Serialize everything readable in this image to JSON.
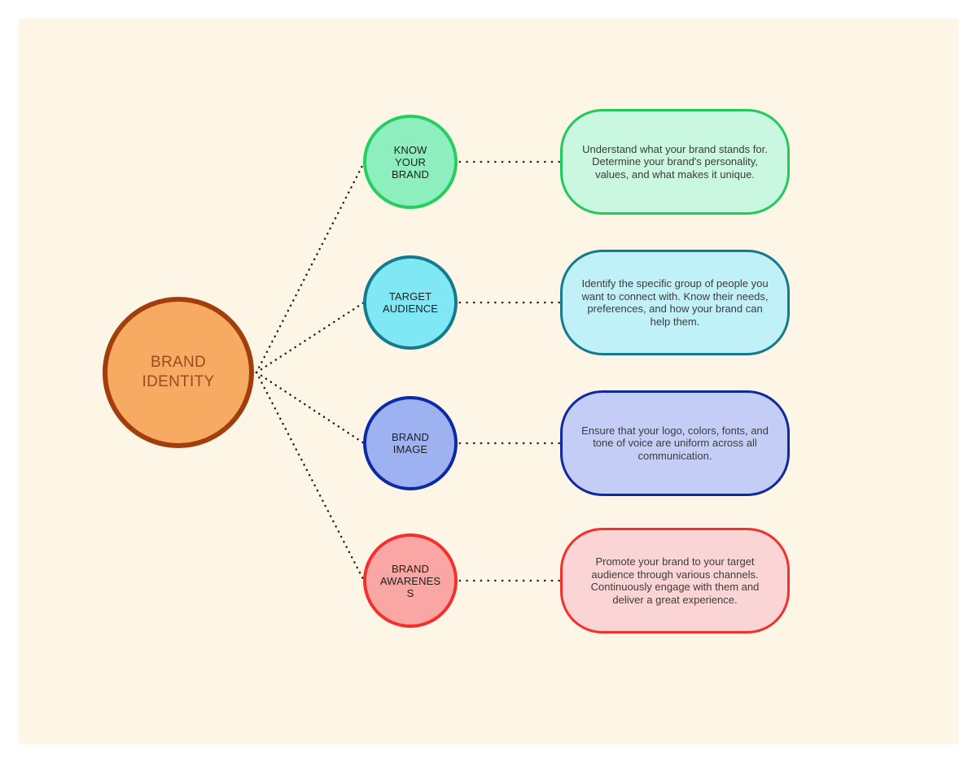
{
  "canvas": {
    "page_background": "#FFFFFF",
    "board_background": "#FDF5E6",
    "connector_color": "#20202A",
    "connector_style": "dotted"
  },
  "center": {
    "label": "BRAND\nIDENTITY",
    "fill": "#F7AA61",
    "border": "#A23E0C",
    "text_color": "#9C4A1E"
  },
  "branches": [
    {
      "id": "know-your-brand",
      "label": "KNOW\nYOUR\nBRAND",
      "description": "Understand what your brand stands for. Determine your brand's personality, values, and what makes it unique.",
      "circle_fill": "#8DEFBE",
      "circle_border": "#27CD60",
      "box_fill": "#C9F7DF",
      "box_border": "#23CA5B"
    },
    {
      "id": "target-audience",
      "label": "TARGET\nAUDIENCE",
      "description": "Identify the specific group of people you want to connect with. Know their needs, preferences, and how your brand can help them.",
      "circle_fill": "#7FE8F4",
      "circle_border": "#157A8D",
      "box_fill": "#C0F1F9",
      "box_border": "#157A8D"
    },
    {
      "id": "brand-image",
      "label": "BRAND\nIMAGE",
      "description": "Ensure that your logo, colors, fonts, and tone of voice are uniform across all communication.",
      "circle_fill": "#9EB2F2",
      "circle_border": "#0C2BA3",
      "box_fill": "#C4CDF5",
      "box_border": "#0F2A9E"
    },
    {
      "id": "brand-awareness",
      "label": "BRAND\nAWARENES\nS",
      "description": "Promote your brand to your target audience through various channels. Continuously engage with them and deliver a great experience.",
      "circle_fill": "#F9A6A5",
      "circle_border": "#F2312D",
      "box_fill": "#FBD4D5",
      "box_border": "#F2312D"
    }
  ]
}
